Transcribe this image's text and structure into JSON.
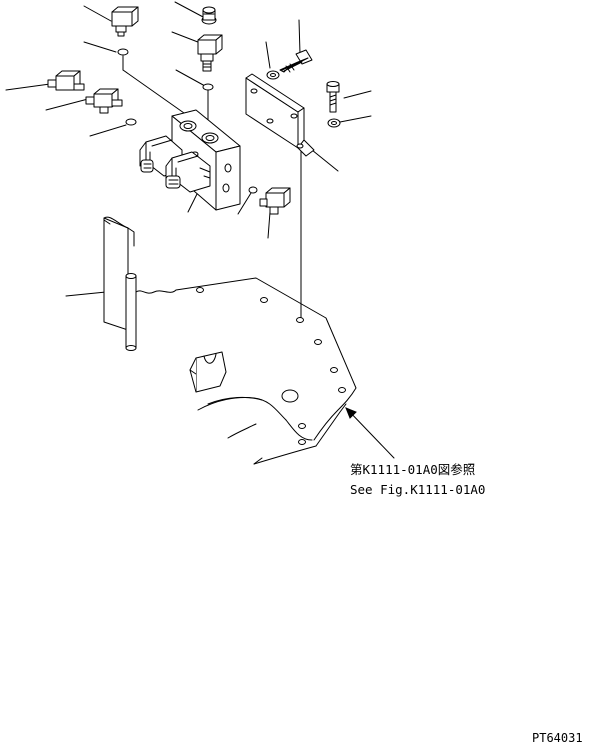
{
  "reference": {
    "line1": "第K1111-01A0図参照",
    "line2": "See Fig.K1111-01A0"
  },
  "drawing_code": "PT64031"
}
